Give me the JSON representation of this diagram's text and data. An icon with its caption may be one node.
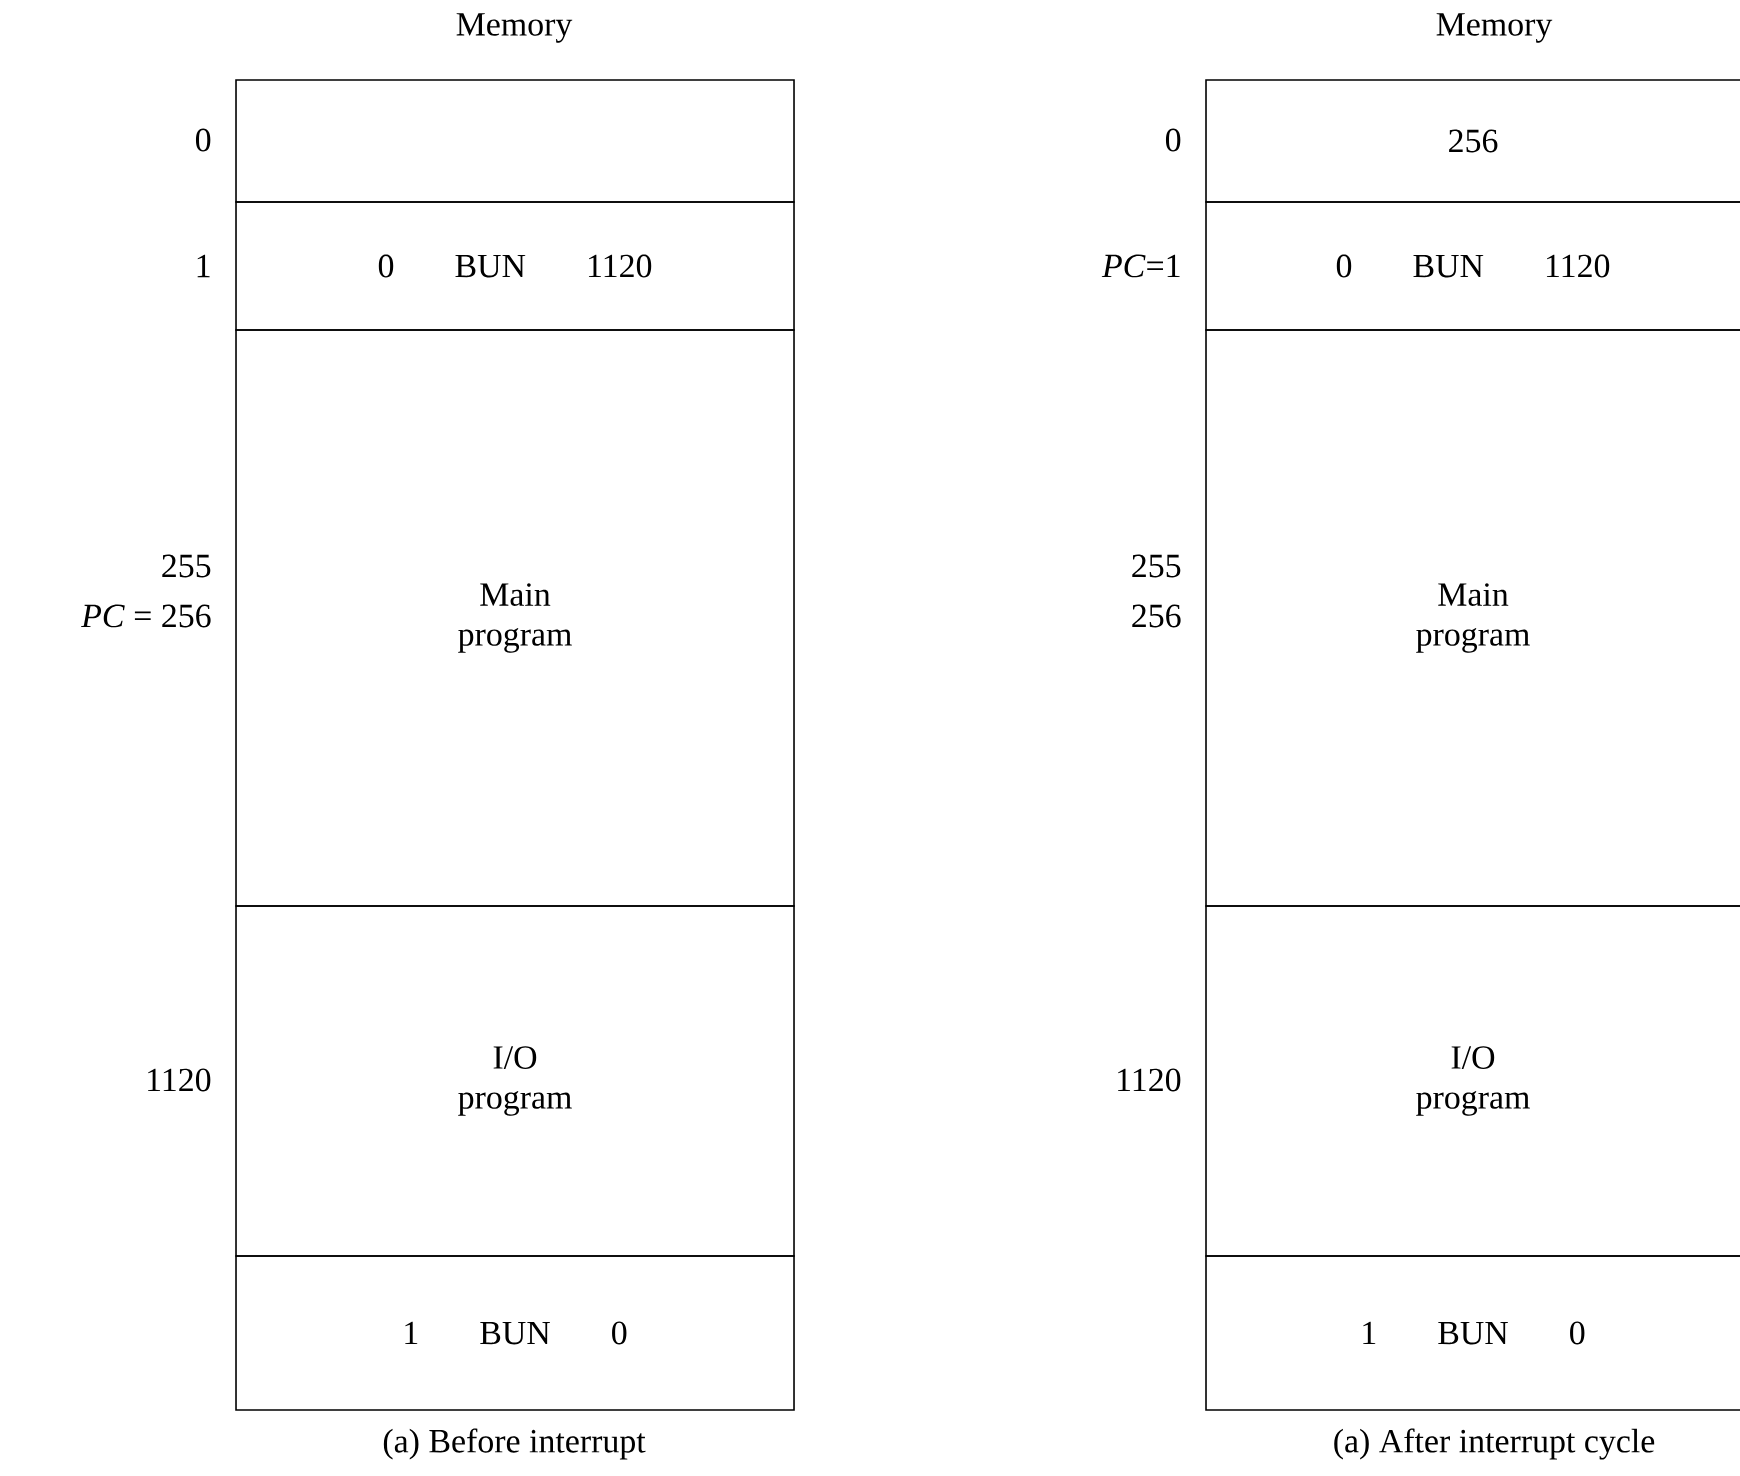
{
  "diagram": {
    "nodes": [
      {
        "text": [],
        "shape": "box"
      },
      {
        "text": [
          "0",
          "BUN",
          "1120"
        ]
      },
      {
        "text": [
          "Main program"
        ]
      },
      {
        "text": [
          "I/O program"
        ]
      },
      {
        "text": [
          "1",
          "BUN",
          "0"
        ]
      },
      {
        "text": [
          "256"
        ]
      },
      {
        "text": [
          "0",
          "BUN",
          "1120"
        ]
      },
      {
        "text": [
          "Main program"
        ]
      },
      {
        "text": [
          "I/O program"
        ]
      },
      {
        "text": [
          "1",
          "BUN",
          "0"
        ]
      }
    ],
    "labels": [
      "Memory",
      "Memory",
      "0",
      "0",
      "1",
      "*PC*=1",
      "255",
      "255",
      "*PC* = 256",
      "256",
      "1120",
      "1120",
      "(a) Before interrupt",
      "(a) After interrupt cycle"
    ]
  }
}
